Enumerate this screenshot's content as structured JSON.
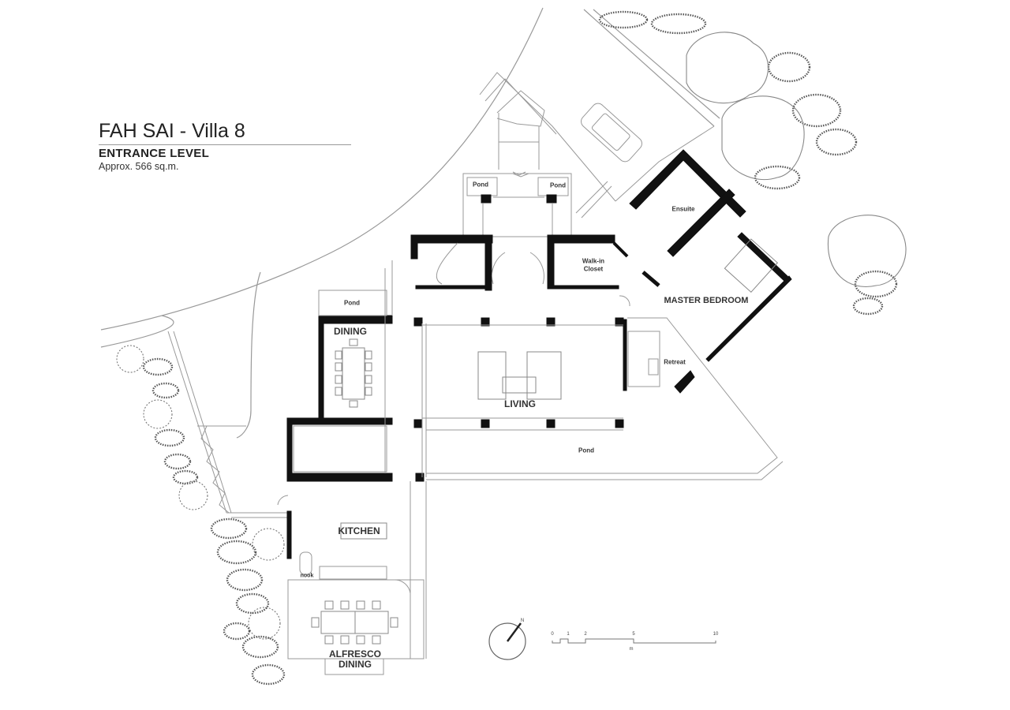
{
  "title_block": {
    "title": "FAH SAI - Villa 8",
    "level": "ENTRANCE LEVEL",
    "area": "Approx. 566 sq.m."
  },
  "rooms": {
    "dining": "DINING",
    "living": "LIVING",
    "kitchen": "KITCHEN",
    "alfresco_line1": "ALFRESCO",
    "alfresco_line2": "DINING",
    "master_bedroom": "MASTER BEDROOM",
    "ensuite": "Ensuite",
    "walk_in_line1": "Walk-in",
    "walk_in_line2": "Closet",
    "retreat": "Retreat",
    "nook": "nook",
    "pond_left_entry": "Pond",
    "pond_right_entry": "Pond",
    "pond_dining": "Pond",
    "pond_living": "Pond"
  },
  "scale_bar": {
    "ticks": [
      "0",
      "1",
      "2",
      "5",
      "10"
    ],
    "unit": "m"
  },
  "north_arrow": {
    "label": "N"
  },
  "colors": {
    "wall": "#111111",
    "line": "#888888",
    "vegetation": "#666666",
    "background": "#ffffff"
  }
}
